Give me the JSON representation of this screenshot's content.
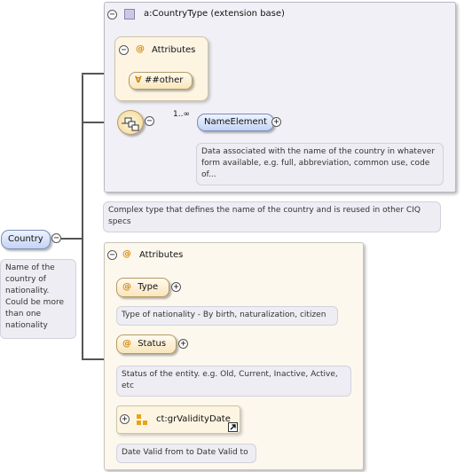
{
  "complex_type": {
    "title": "a:CountryType (extension base)",
    "attributes_label": "Attributes",
    "any_attribute": "##other",
    "any_symbol": "∀",
    "multiplicity": "1..∞",
    "element_name": "NameElement",
    "element_note": "Data associated with the name of the country in whatever form available, e.g. full, abbreviation, common use, code of...",
    "type_note": "Complex type that defines the name of the country and is reused in other CIQ specs"
  },
  "root": {
    "name": "Country",
    "note": "Name of the country of nationality. Could be more than one nationality"
  },
  "attributes": {
    "label": "Attributes",
    "at_symbol": "@",
    "items": [
      {
        "name": "Type",
        "note": "Type of nationality - By birth, naturalization, citizen"
      },
      {
        "name": "Status",
        "note": "Status of the entity. e.g. Old, Current, Inactive, Active, etc"
      }
    ],
    "group": {
      "name": "ct:grValidityDate",
      "note": "Date Valid from to Date Valid to"
    }
  },
  "symbols": {
    "plus": "+",
    "minus": "−"
  },
  "colors": {
    "attr_accent": "#d08a14",
    "element_fill": "#c4d4f4",
    "group_icon": "#e8a318"
  }
}
